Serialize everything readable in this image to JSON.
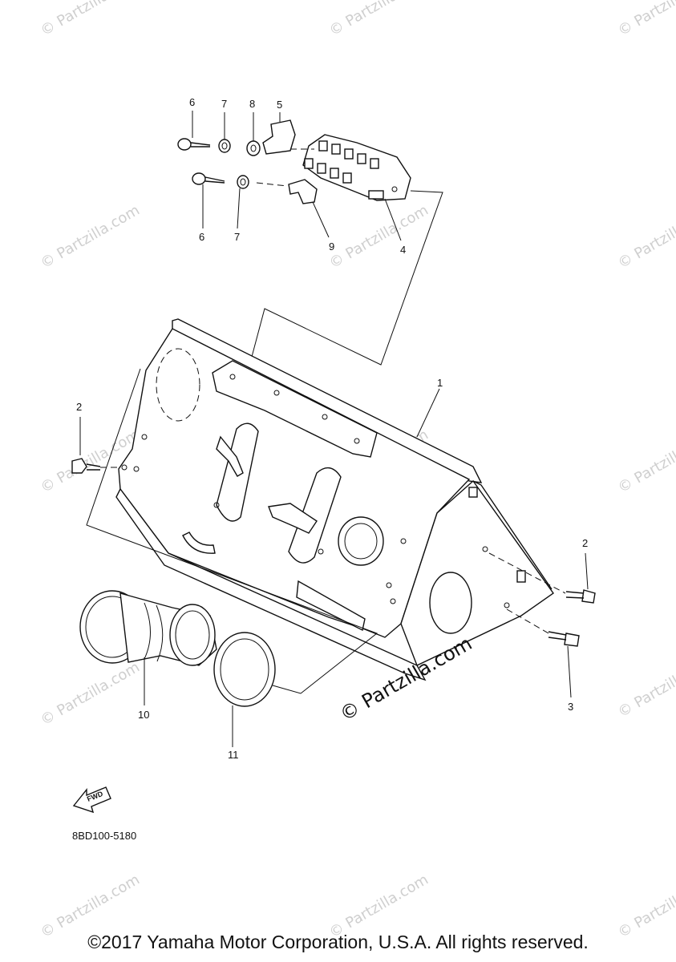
{
  "callouts": [
    "1",
    "2",
    "2",
    "3",
    "4",
    "5",
    "6",
    "6",
    "7",
    "7",
    "8",
    "9",
    "10",
    "11"
  ],
  "watermark": {
    "small": "© Partzilla.com",
    "large": "© Partzilla.com"
  },
  "fwd_label": "FWD",
  "part_code": "8BD100-5180",
  "copyright": "©2017 Yamaha Motor Corporation, U.S.A. All rights reserved."
}
